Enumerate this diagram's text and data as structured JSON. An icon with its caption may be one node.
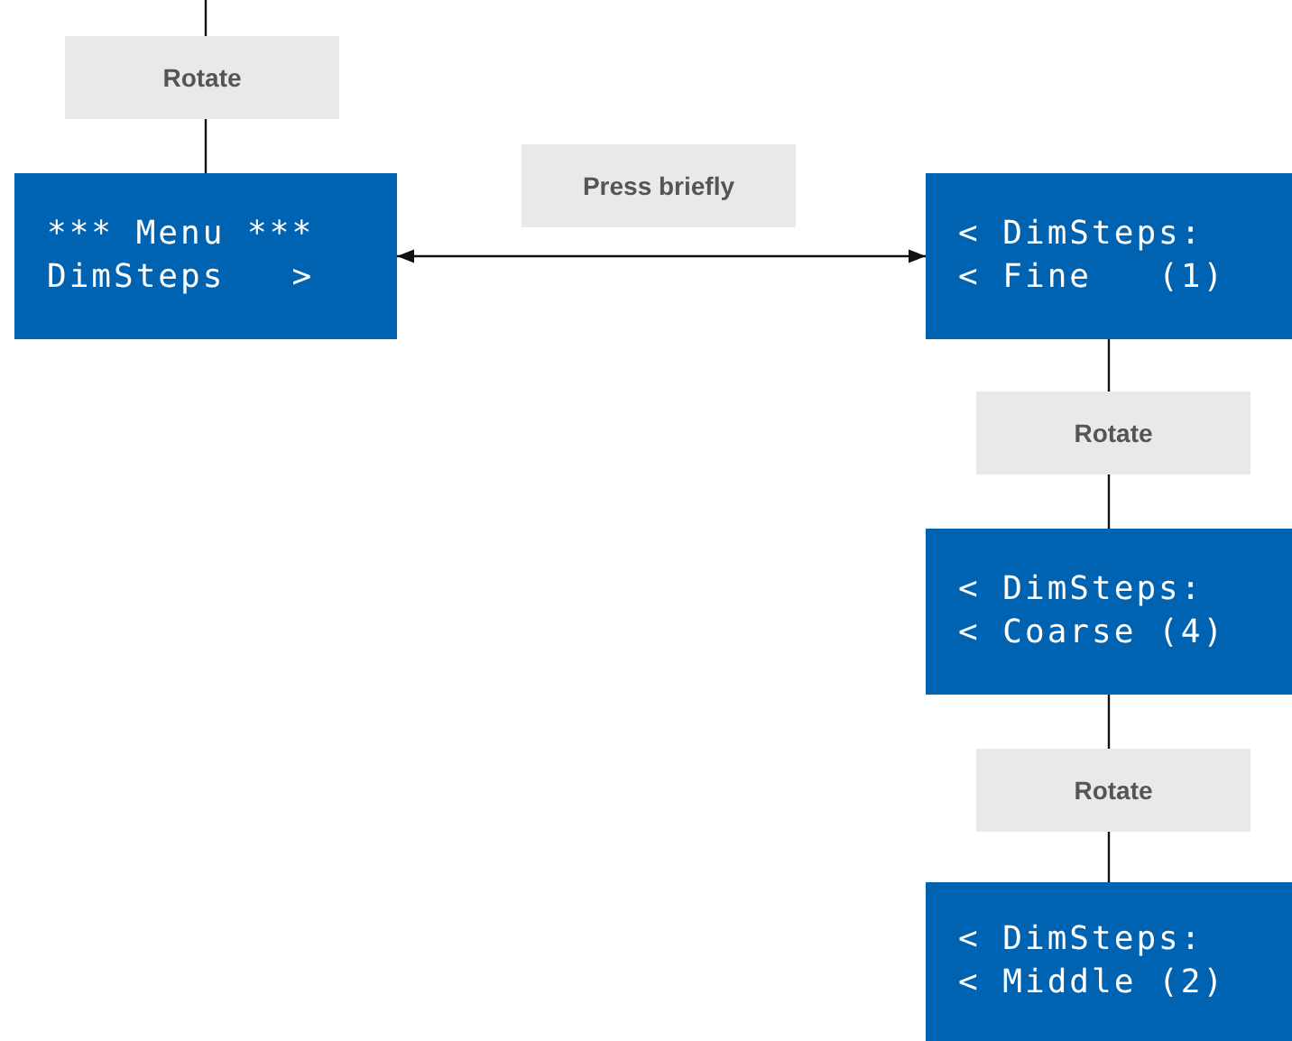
{
  "diagram": {
    "nodes": [
      {
        "text": [
          "*** Menu ***",
          "DimSteps   >"
        ]
      },
      {
        "text": [
          "< DimSteps:",
          "< Fine   (1)"
        ]
      },
      {
        "text": [
          "< DimSteps:",
          "< Coarse (4)"
        ]
      },
      {
        "text": [
          "< DimSteps:",
          "< Middle (2)"
        ]
      }
    ],
    "edges": [
      {
        "from": null,
        "to": 0,
        "arrow": "none",
        "label": "Rotate"
      },
      {
        "from": 0,
        "to": 1,
        "arrow": "both",
        "label": "Press briefly"
      },
      {
        "from": 1,
        "to": 2,
        "arrow": "none",
        "label": "Rotate"
      },
      {
        "from": 2,
        "to": 3,
        "arrow": "none",
        "label": "Rotate"
      }
    ]
  }
}
